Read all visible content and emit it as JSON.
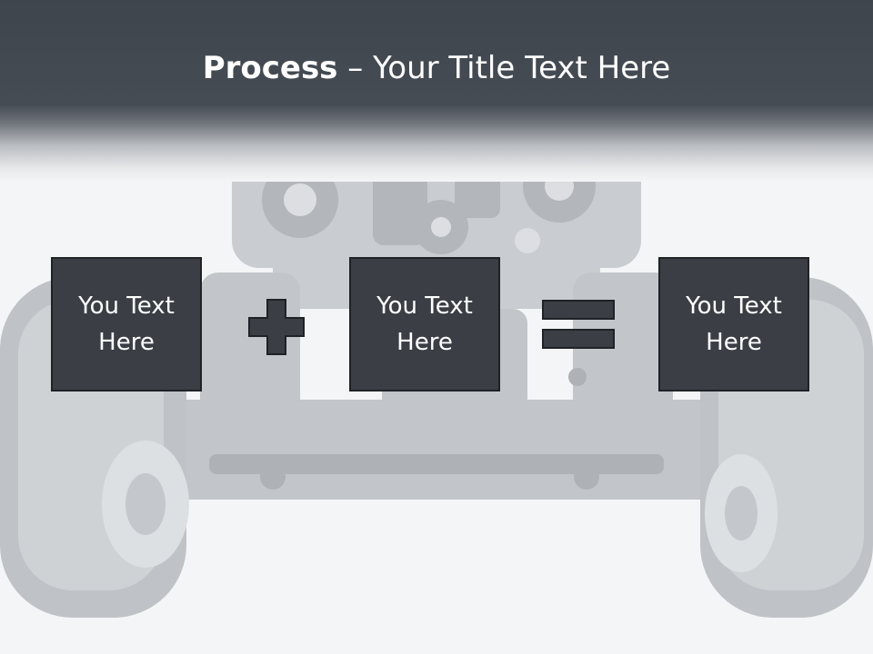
{
  "slide": {
    "title_bold": "Process",
    "title_rest": " – Your Title Text Here"
  },
  "boxes": [
    {
      "text": "You Text Here"
    },
    {
      "text": "You Text Here"
    },
    {
      "text": "You Text Here"
    }
  ],
  "operators": {
    "first": "plus-icon",
    "second": "equals-icon"
  },
  "colors": {
    "header": "#464c54",
    "box_fill": "#3b3f45",
    "box_border": "#1f2226",
    "background": "#f4f5f6"
  }
}
